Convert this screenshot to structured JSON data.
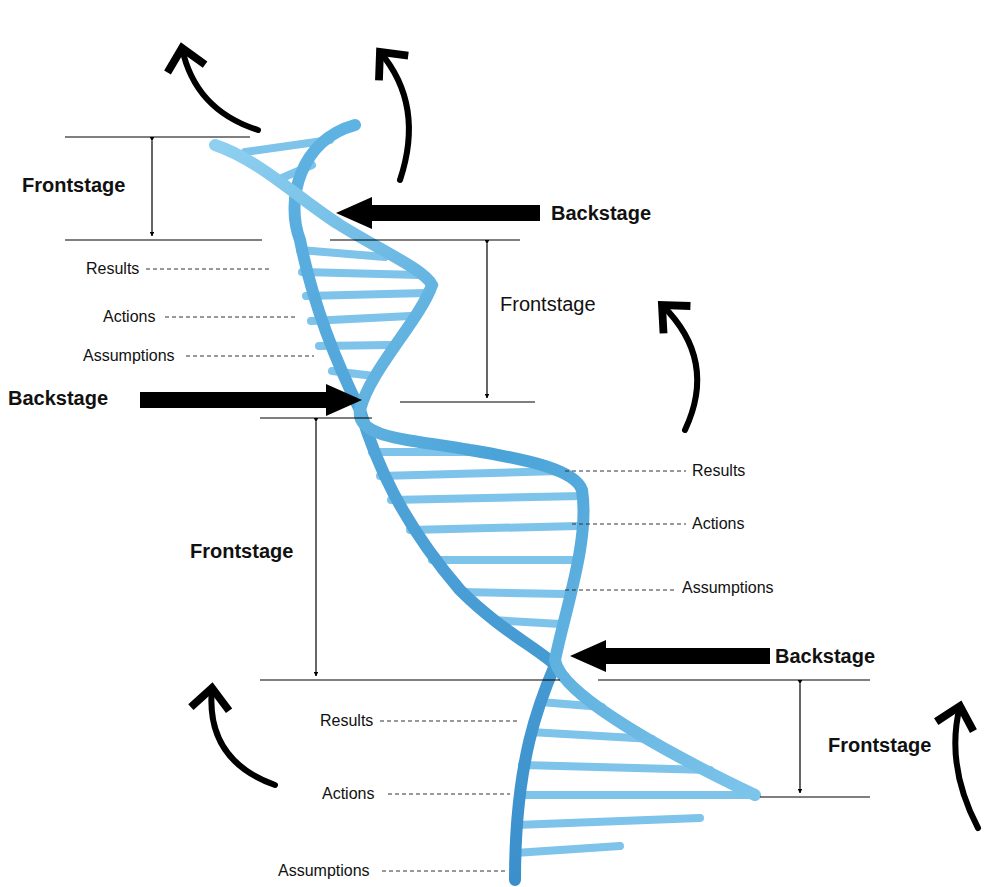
{
  "diagram": {
    "labels": [
      "Frontstage",
      "Backstage",
      "Results",
      "Frontstage",
      "Actions",
      "Assumptions",
      "Backstage",
      "Results",
      "Actions",
      "Frontstage",
      "Assumptions",
      "Backstage",
      "Results",
      "Frontstage",
      "Actions",
      "Assumptions"
    ]
  }
}
